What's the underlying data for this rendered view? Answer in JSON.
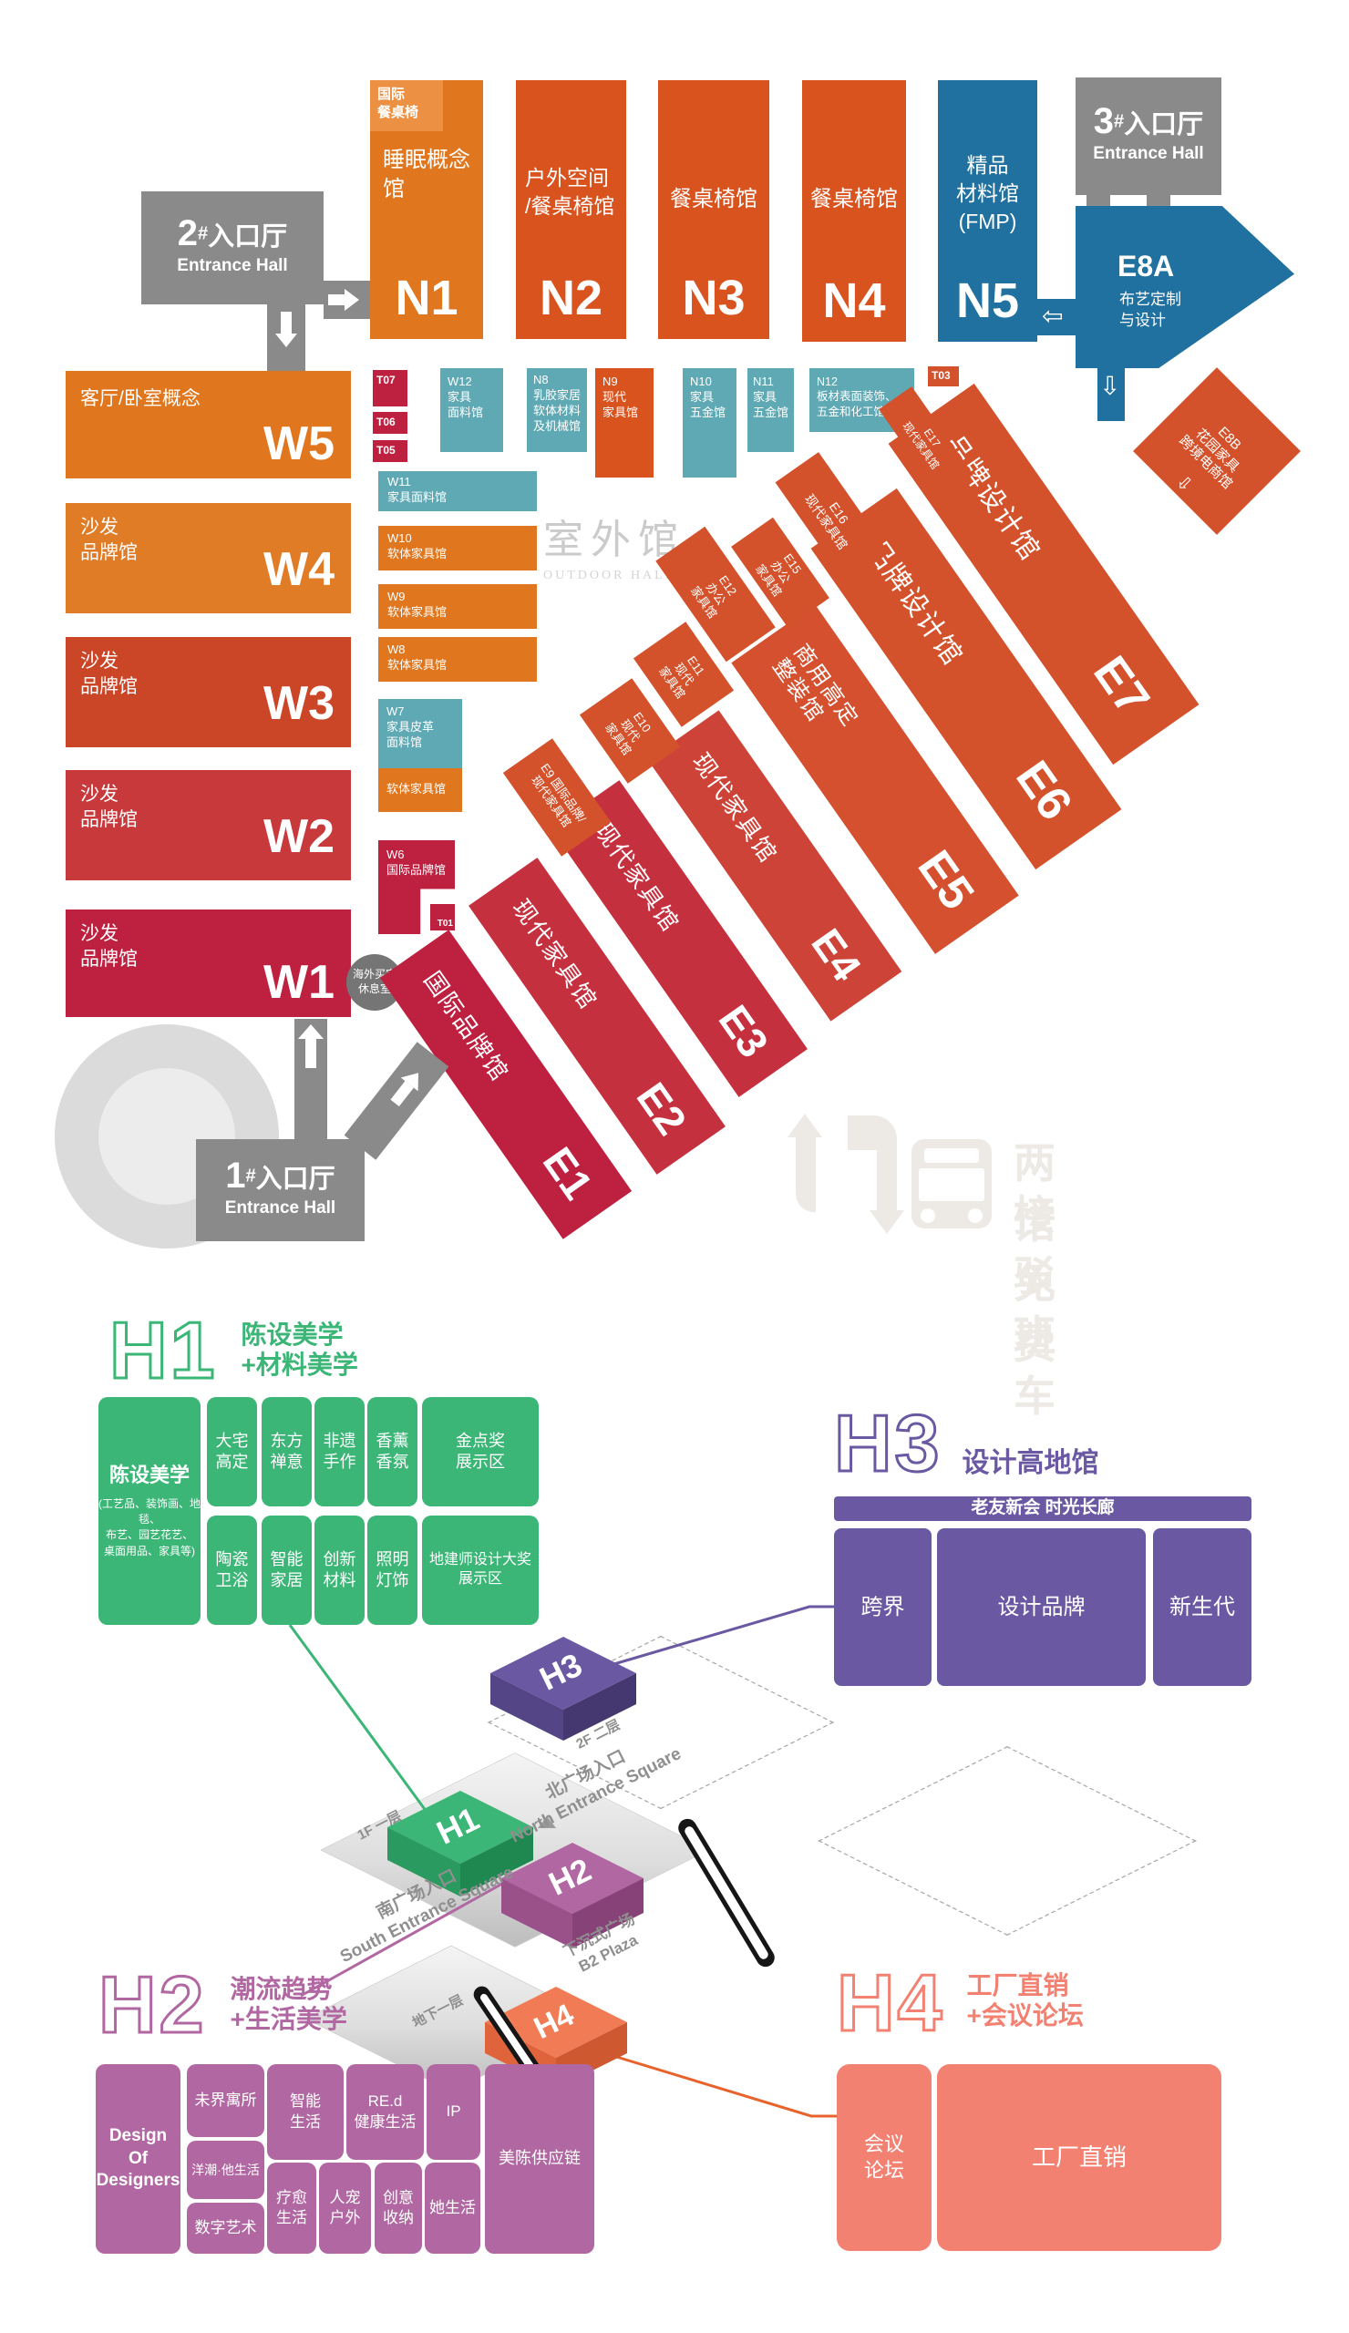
{
  "palette": {
    "orange": "#E0771E",
    "orange_badge": "#EC9143",
    "red_orange": "#D9531F",
    "brick": "#D4522B",
    "red": "#C5303F",
    "crimson": "#BE2040",
    "teal": "#5FA9B4",
    "blue": "#20719F",
    "gray": "#8A8A8A",
    "green": "#3BB677",
    "purple": "#6A59A2",
    "magenta": "#B168A2",
    "salmon": "#F28172"
  },
  "top_map": {
    "entrance1": {
      "n": "1",
      "h": "#",
      "t": "入口厅",
      "en": "Entrance Hall"
    },
    "entrance2": {
      "n": "2",
      "h": "#",
      "t": "入口厅",
      "en": "Entrance Hall"
    },
    "entrance3": {
      "n": "3",
      "h": "#",
      "t": "入口厅",
      "en": "Entrance Hall"
    },
    "n_halls": {
      "n1_badge": "国际\n餐桌椅",
      "n1": {
        "name": "睡眠概念\n馆",
        "code": "N1"
      },
      "n2": {
        "name": "户外空间\n/餐桌椅馆",
        "code": "N2"
      },
      "n3": {
        "name": "餐桌椅馆",
        "code": "N3"
      },
      "n4": {
        "name": "餐桌椅馆",
        "code": "N4"
      },
      "n5": {
        "name": "精品\n材料馆\n(FMP)",
        "code": "N5"
      }
    },
    "w_halls": {
      "w5": {
        "name": "客厅/卧室概念",
        "code": "W5"
      },
      "w4": {
        "name": "沙发\n品牌馆",
        "code": "W4"
      },
      "w3": {
        "name": "沙发\n品牌馆",
        "code": "W3"
      },
      "w2": {
        "name": "沙发\n品牌馆",
        "code": "W2"
      },
      "w1": {
        "name": "沙发\n品牌馆",
        "code": "W1"
      },
      "w12": "W12\n家具\n面料馆",
      "w11": "W11\n家具面料馆",
      "w10": "W10\n软体家具馆",
      "w9": "W9\n软体家具馆",
      "w8": "W8\n软体家具馆",
      "w7_top": "W7\n家具皮革\n面料馆",
      "w7_bottom": "软体家具馆",
      "w6": "W6\n国际品牌馆"
    },
    "small_halls": {
      "t07": "T07",
      "t06": "T06",
      "t05": "T05",
      "t03": "T03",
      "t01": "T01",
      "n8": "N8\n乳胶家居\n软体材料\n及机械馆",
      "n9": "N9\n现代\n家具馆",
      "n10": "N10\n家具\n五金馆",
      "n11": "N11\n家具\n五金馆",
      "n12": "N12\n板材表面装饰、\n五金和化工馆"
    },
    "e_halls": {
      "e1": {
        "name": "国际品牌馆",
        "code": "E1"
      },
      "e2": {
        "name": "现代家具馆",
        "code": "E2"
      },
      "e3": {
        "name": "现代家具馆",
        "code": "E3"
      },
      "e4": {
        "name": "现代家具馆",
        "code": "E4"
      },
      "e5": {
        "name": "商用高定\n整装馆",
        "code": "E5"
      },
      "e6": {
        "name": "品牌设计馆",
        "code": "E6"
      },
      "e7": {
        "name": "品牌设计馆",
        "code": "E7"
      },
      "e8a": {
        "code": "E8A",
        "name": "布艺定制\n与设计"
      },
      "e8b": "E8B\n花园家具\n跨境电商馆",
      "e9": "E9 国际品牌/\n现代家具馆",
      "e10": "E10\n现代\n家具馆",
      "e11": "E11\n现代\n家具馆",
      "e12": "E12\n办公\n家具馆",
      "e15": "E15\n办公\n家具馆",
      "e16": "E16\n现代家具馆",
      "e17": "E17\n现代家具馆"
    },
    "outdoor": {
      "cn": "室外馆",
      "en": "OUTDOOR HALLS"
    },
    "lounge": "海外买家\n休息室",
    "shuttle": {
      "l1": "两馆免费",
      "l2": "接驳班车"
    }
  },
  "lower": {
    "h1": {
      "code": "H1",
      "title": "陈设美学\n+材料美学",
      "feature_title": "陈设美学",
      "feature_sub": "(工艺品、装饰画、地毯、\n布艺、园艺花艺、\n桌面用品、家具等)",
      "row1": [
        "大宅\n高定",
        "东方\n禅意",
        "非遗\n手作",
        "香薰\n香氛",
        "金点奖\n展示区"
      ],
      "row2": [
        "陶瓷\n卫浴",
        "智能\n家居",
        "创新\n材料",
        "照明\n灯饰",
        "地建师设计大奖\n展示区"
      ]
    },
    "h3": {
      "code": "H3",
      "title": "设计高地馆",
      "bar": "老友新会 时光长廊",
      "cells": [
        "跨界",
        "设计品牌",
        "新生代"
      ]
    },
    "h2": {
      "code": "H2",
      "title": "潮流趋势\n+生活美学",
      "feature": "Design\nOf\nDesigners",
      "col2": [
        "未界寓所",
        "洋潮·他生活",
        "数字艺术"
      ],
      "row1": [
        "智能\n生活",
        "RE.d\n健康生活",
        "IP"
      ],
      "row2": [
        "疗愈\n生活",
        "人宠\n户外",
        "创意\n收纳",
        "她生活"
      ],
      "right": "美陈供应链"
    },
    "h4": {
      "code": "H4",
      "title": "工厂直销\n+会议论坛",
      "cells": [
        "会议\n论坛",
        "工厂直销"
      ]
    },
    "iso": {
      "levels": {
        "f2": "2F 二层",
        "f1": "1F 一层",
        "b1": "地下一层"
      },
      "north": "北广场入口\nNorth Entrance Square",
      "south": "南广场入口\nSouth Entrance Square",
      "b2": "下沉式广场\nB2 Plaza",
      "boxes": {
        "h1": "H1",
        "h2": "H2",
        "h3": "H3",
        "h4": "H4"
      }
    }
  }
}
